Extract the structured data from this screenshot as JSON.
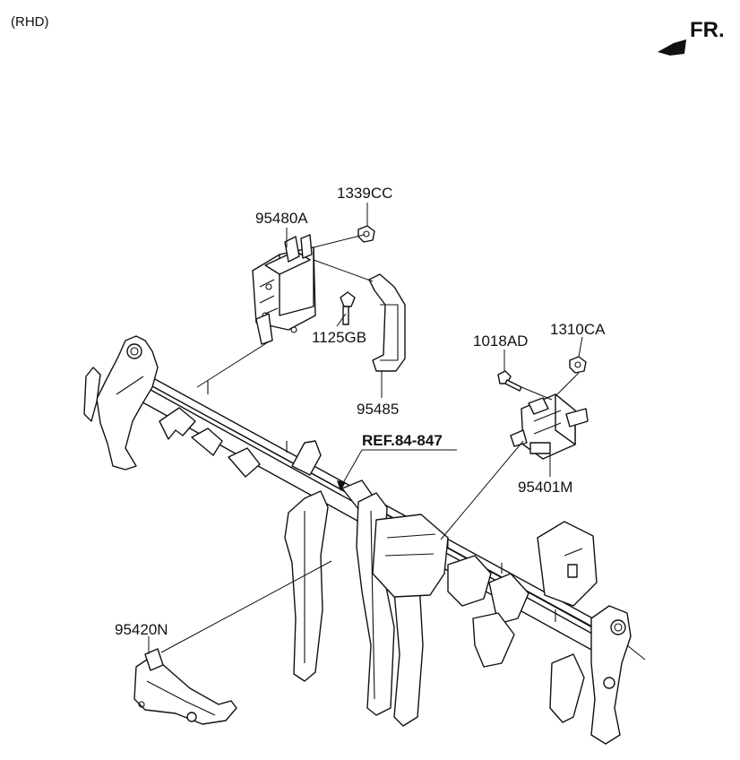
{
  "header": {
    "variant_label": "(RHD)",
    "front_label": "FR."
  },
  "callouts": {
    "ref": "REF.84-847",
    "p1339CC": "1339CC",
    "p95480A": "95480A",
    "p1125GB": "1125GB",
    "p95485": "95485",
    "p1018AD": "1018AD",
    "p1310CA": "1310CA",
    "p95401M": "95401M",
    "p95420N": "95420N"
  }
}
